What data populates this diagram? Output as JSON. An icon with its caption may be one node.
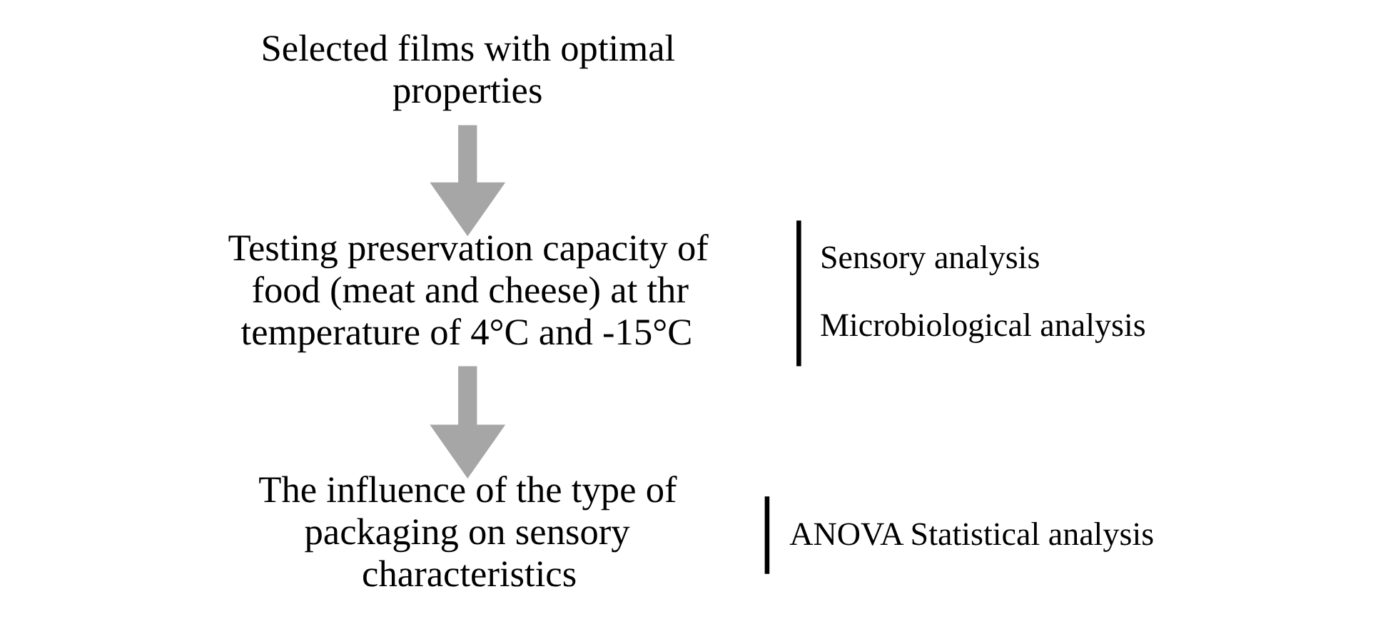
{
  "diagram": {
    "nodes": [
      {
        "text": [
          "Selected films with optimal properties"
        ]
      },
      {
        "text": [
          "Testing preservation capacity of food (meat and cheese) at thr temperature of 4°C and -15°C"
        ],
        "beside": [
          "Sensory analysis",
          "Microbiological analysis"
        ]
      },
      {
        "text": [
          "The influence of the type of packaging on sensory characteristics"
        ],
        "beside": [
          "ANOVA Statistical analysis"
        ]
      }
    ],
    "edges": [
      {
        "from": 0,
        "to": 1,
        "arrow": "to"
      },
      {
        "from": 1,
        "to": 2,
        "arrow": "to"
      }
    ]
  }
}
